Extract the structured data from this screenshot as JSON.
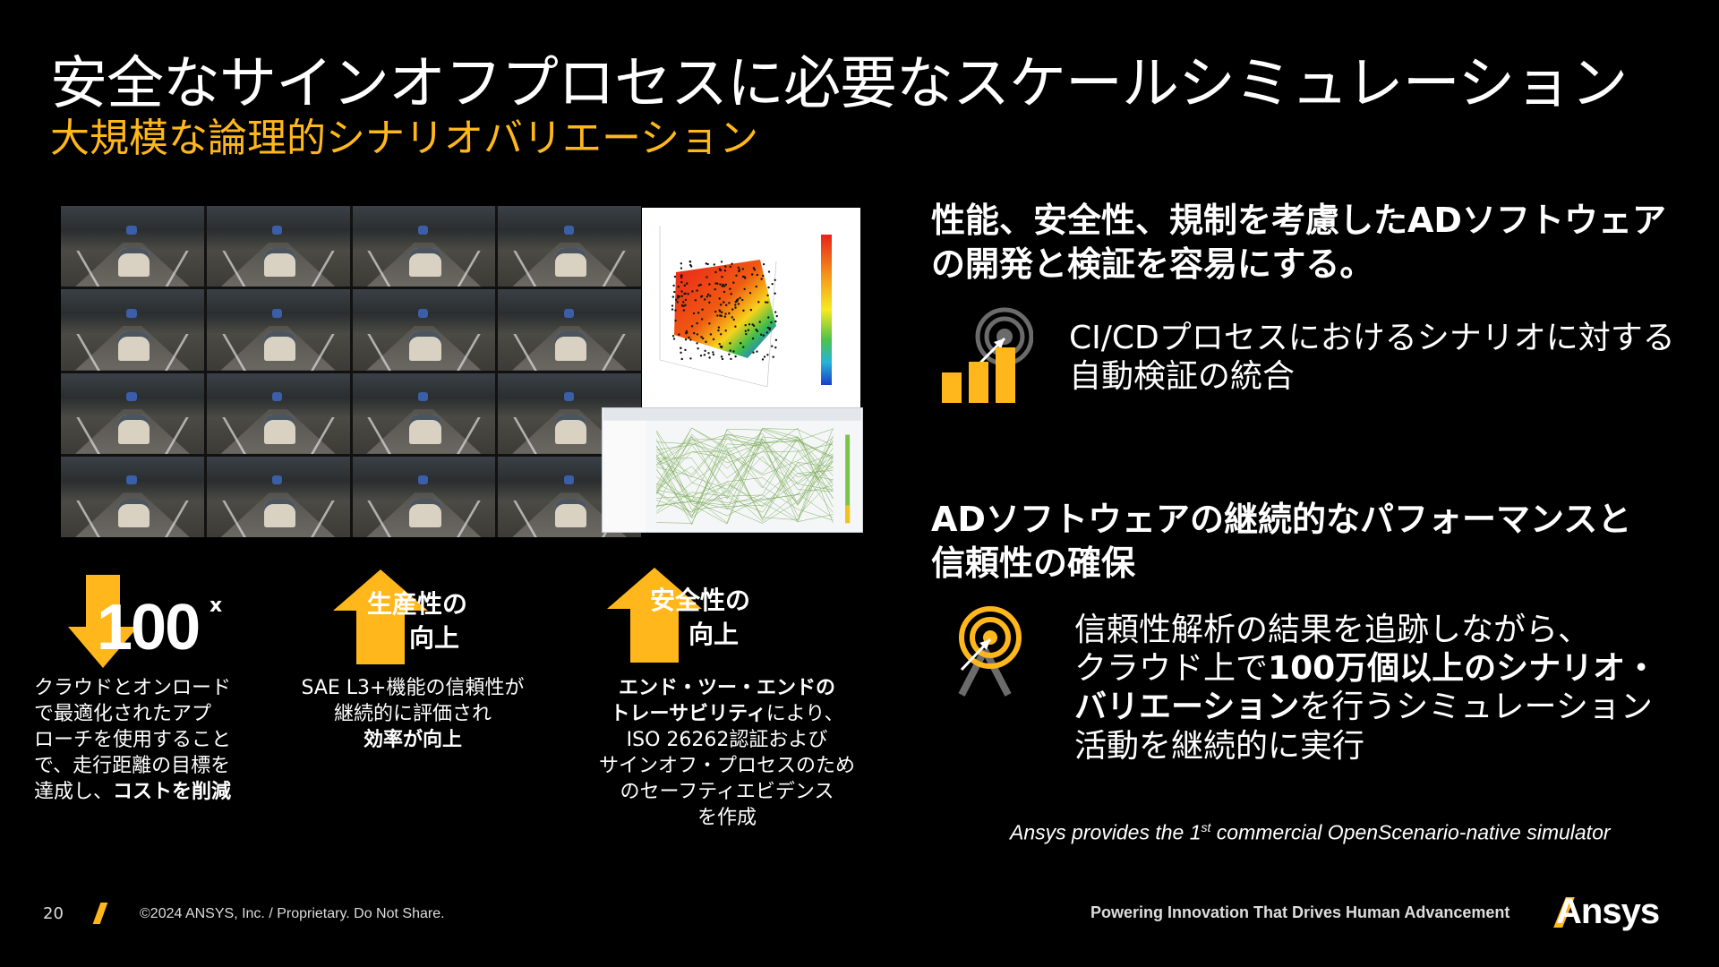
{
  "slide": {
    "title": "安全なサインオフプロセスに必要なスケールシミュレーション",
    "subtitle": "大規模な論理的シナリオバリエーション",
    "accent_color": "#FFB71B",
    "background_color": "#000000"
  },
  "stats": {
    "cost": {
      "big_value": "100",
      "big_suffix": "x",
      "arrow": "down-arrow-icon",
      "lines": [
        "クラウドとオンロード",
        "で最適化されたアプ",
        "ローチを使用すること",
        "で、走行距離の目標を"
      ],
      "last_line_plain": "達成し、",
      "last_line_bold": "コストを削減"
    },
    "productivity": {
      "arrow": "up-arrow-icon",
      "label_line1": "生産性の",
      "label_line2": "向上",
      "line1": "SAE L3+機能の信頼性が",
      "line2": "継続的に評価され",
      "line3_bold": "効率が向上"
    },
    "safety": {
      "arrow": "up-arrow-icon",
      "label_line1": "安全性の",
      "label_line2": "向上",
      "line1_bold": "エンド・ツー・エンドの",
      "line2_bold": "トレーサビリティ",
      "line2_plain": "により、",
      "line3": "ISO 26262認証および",
      "line4": "サインオフ・プロセスのため",
      "line5": "のセーフティエビデンス",
      "line6": "を作成"
    }
  },
  "right": {
    "section1": {
      "heading_line1": "性能、安全性、規制を考慮したADソフトウェア",
      "heading_line2": "の開発と検証を容易にする。",
      "icon": "target-bar-chart-icon",
      "body_line1": "CI/CDプロセスにおけるシナリオに対する",
      "body_line2": "自動検証の統合"
    },
    "section2": {
      "heading_line1": "ADソフトウェアの継続的なパフォーマンスと",
      "heading_line2": "信頼性の確保",
      "icon": "target-easel-icon",
      "body_line1": "信頼性解析の結果を追跡しながら、",
      "body_line2_plain": "クラウド上で",
      "body_line2_bold": "100万個以上のシナリオ・",
      "body_line3_bold": "バリエーション",
      "body_line3_plain": "を行うシミュレーション",
      "body_line4": "活動を継続的に実行"
    },
    "footnote_pre": "Ansys provides the 1",
    "footnote_sup": "st",
    "footnote_post": " commercial OpenScenario-native simulator"
  },
  "footer": {
    "page_number": "20",
    "copyright": "©2024 ANSYS, Inc. / Proprietary. Do Not Share.",
    "tagline": "Powering Innovation That Drives Human Advancement",
    "logo": "Ansys"
  }
}
